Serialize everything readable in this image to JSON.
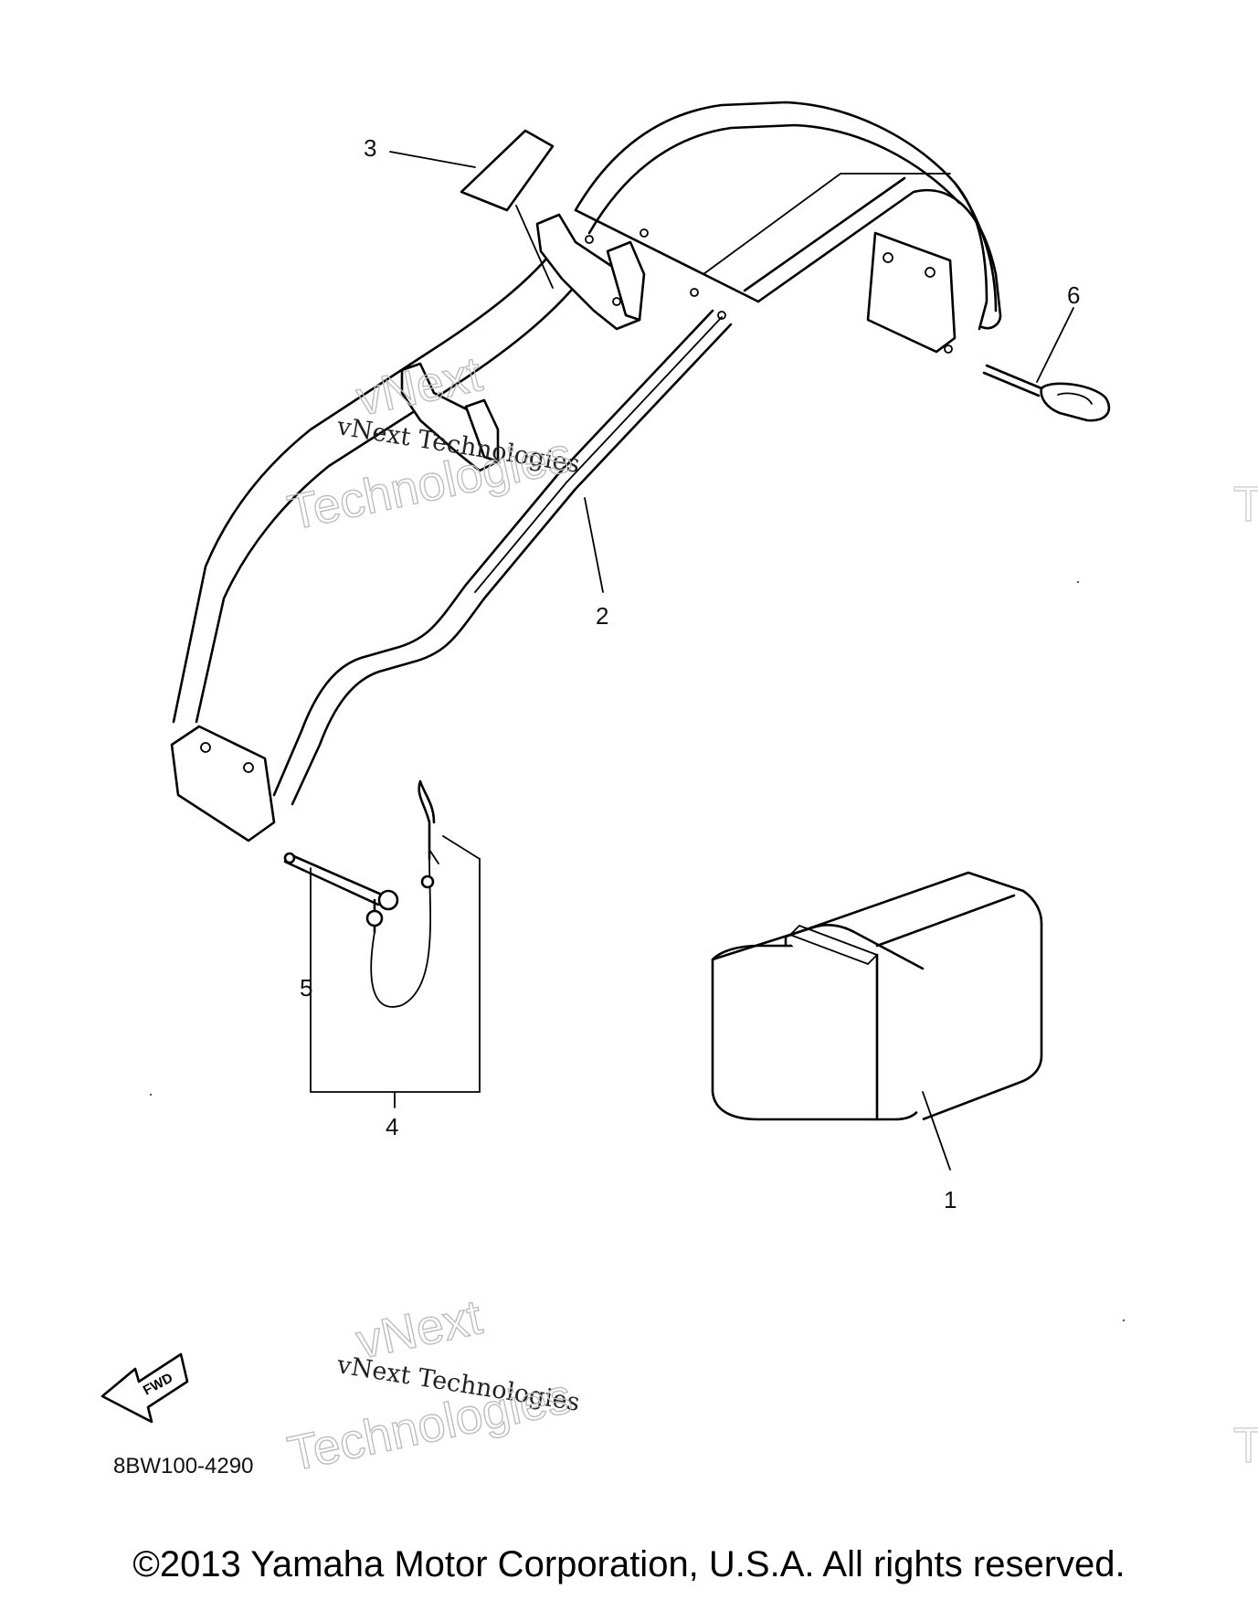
{
  "callouts": {
    "c1": "1",
    "c2": "2",
    "c3": "3",
    "c4": "4",
    "c5": "5",
    "c6": "6"
  },
  "diagram_code": "8BW100-4290",
  "fwd_label": "FWD",
  "watermark": {
    "line1": "vNext Technologies",
    "outline_top": "vNext",
    "outline_bottom": "Technologies",
    "edge_fragment": "T"
  },
  "copyright": "©2013 Yamaha Motor Corporation, U.S.A. All rights reserved.",
  "icons": [
    "fwd-arrow-icon"
  ]
}
